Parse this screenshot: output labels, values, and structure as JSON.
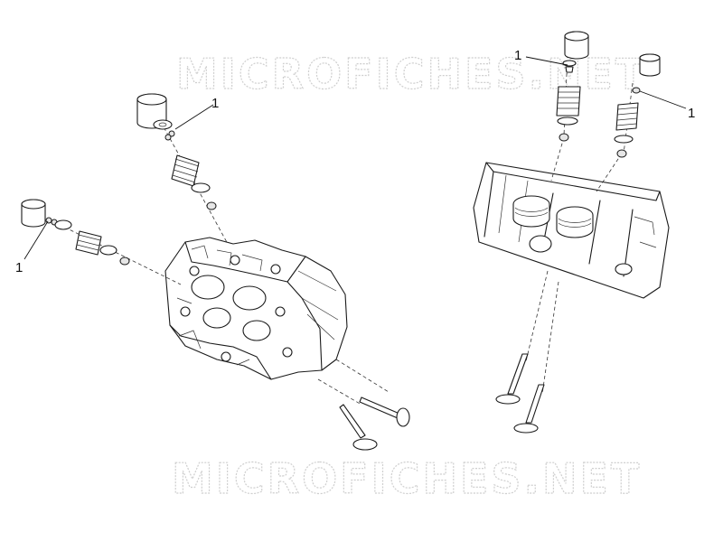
{
  "watermarks": [
    "MICROFICHES.NET",
    "MICROFICHES.NET"
  ],
  "callouts": [
    "1",
    "1",
    "1",
    "1"
  ]
}
